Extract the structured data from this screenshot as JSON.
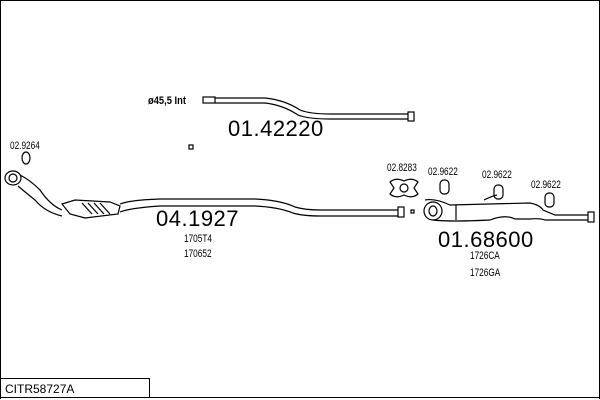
{
  "diagram": {
    "reference_code": "CITR58727A",
    "parts": [
      {
        "number": "01.42220",
        "note": "ø45,5 Int"
      },
      {
        "number": "04.1927",
        "codes": [
          "1705T4",
          "170652"
        ]
      },
      {
        "number": "01.68600",
        "codes": [
          "1726CA",
          "1726GA"
        ]
      }
    ],
    "fittings": [
      "02.9264",
      "02.8283",
      "02.9622",
      "02.9622",
      "02.9622"
    ]
  }
}
